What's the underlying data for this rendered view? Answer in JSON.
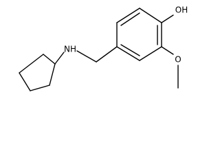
{
  "molecule": {
    "atom_labels": {
      "amine": "NH",
      "hydroxyl": "OH",
      "methoxy_oxygen": "O"
    },
    "bond_color": "#000000",
    "label_color": "#000000"
  }
}
